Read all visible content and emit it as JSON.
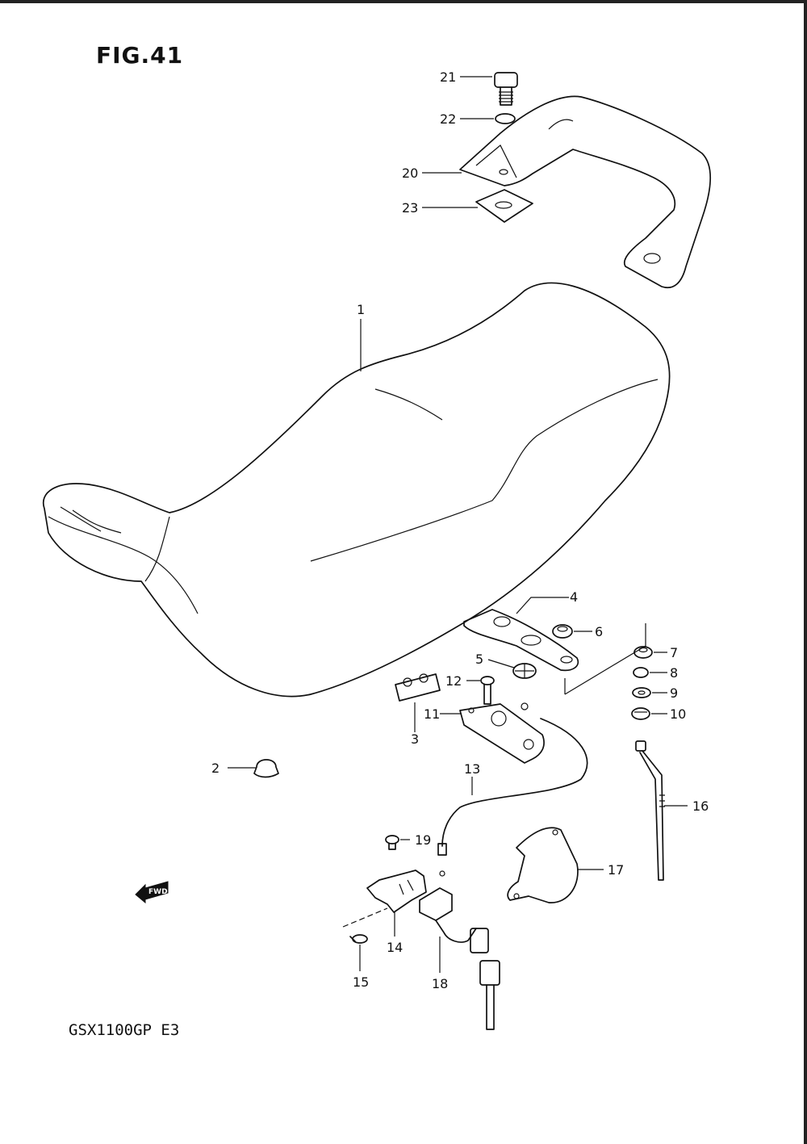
{
  "figure": {
    "title": "FIG.41",
    "model_code": "GSX1100GP  E3",
    "fwd_label": "FWD"
  },
  "callouts": [
    "1",
    "2",
    "3",
    "4",
    "5",
    "6",
    "7",
    "8",
    "9",
    "10",
    "11",
    "12",
    "13",
    "14",
    "15",
    "16",
    "17",
    "18",
    "19",
    "20",
    "21",
    "22",
    "23"
  ]
}
